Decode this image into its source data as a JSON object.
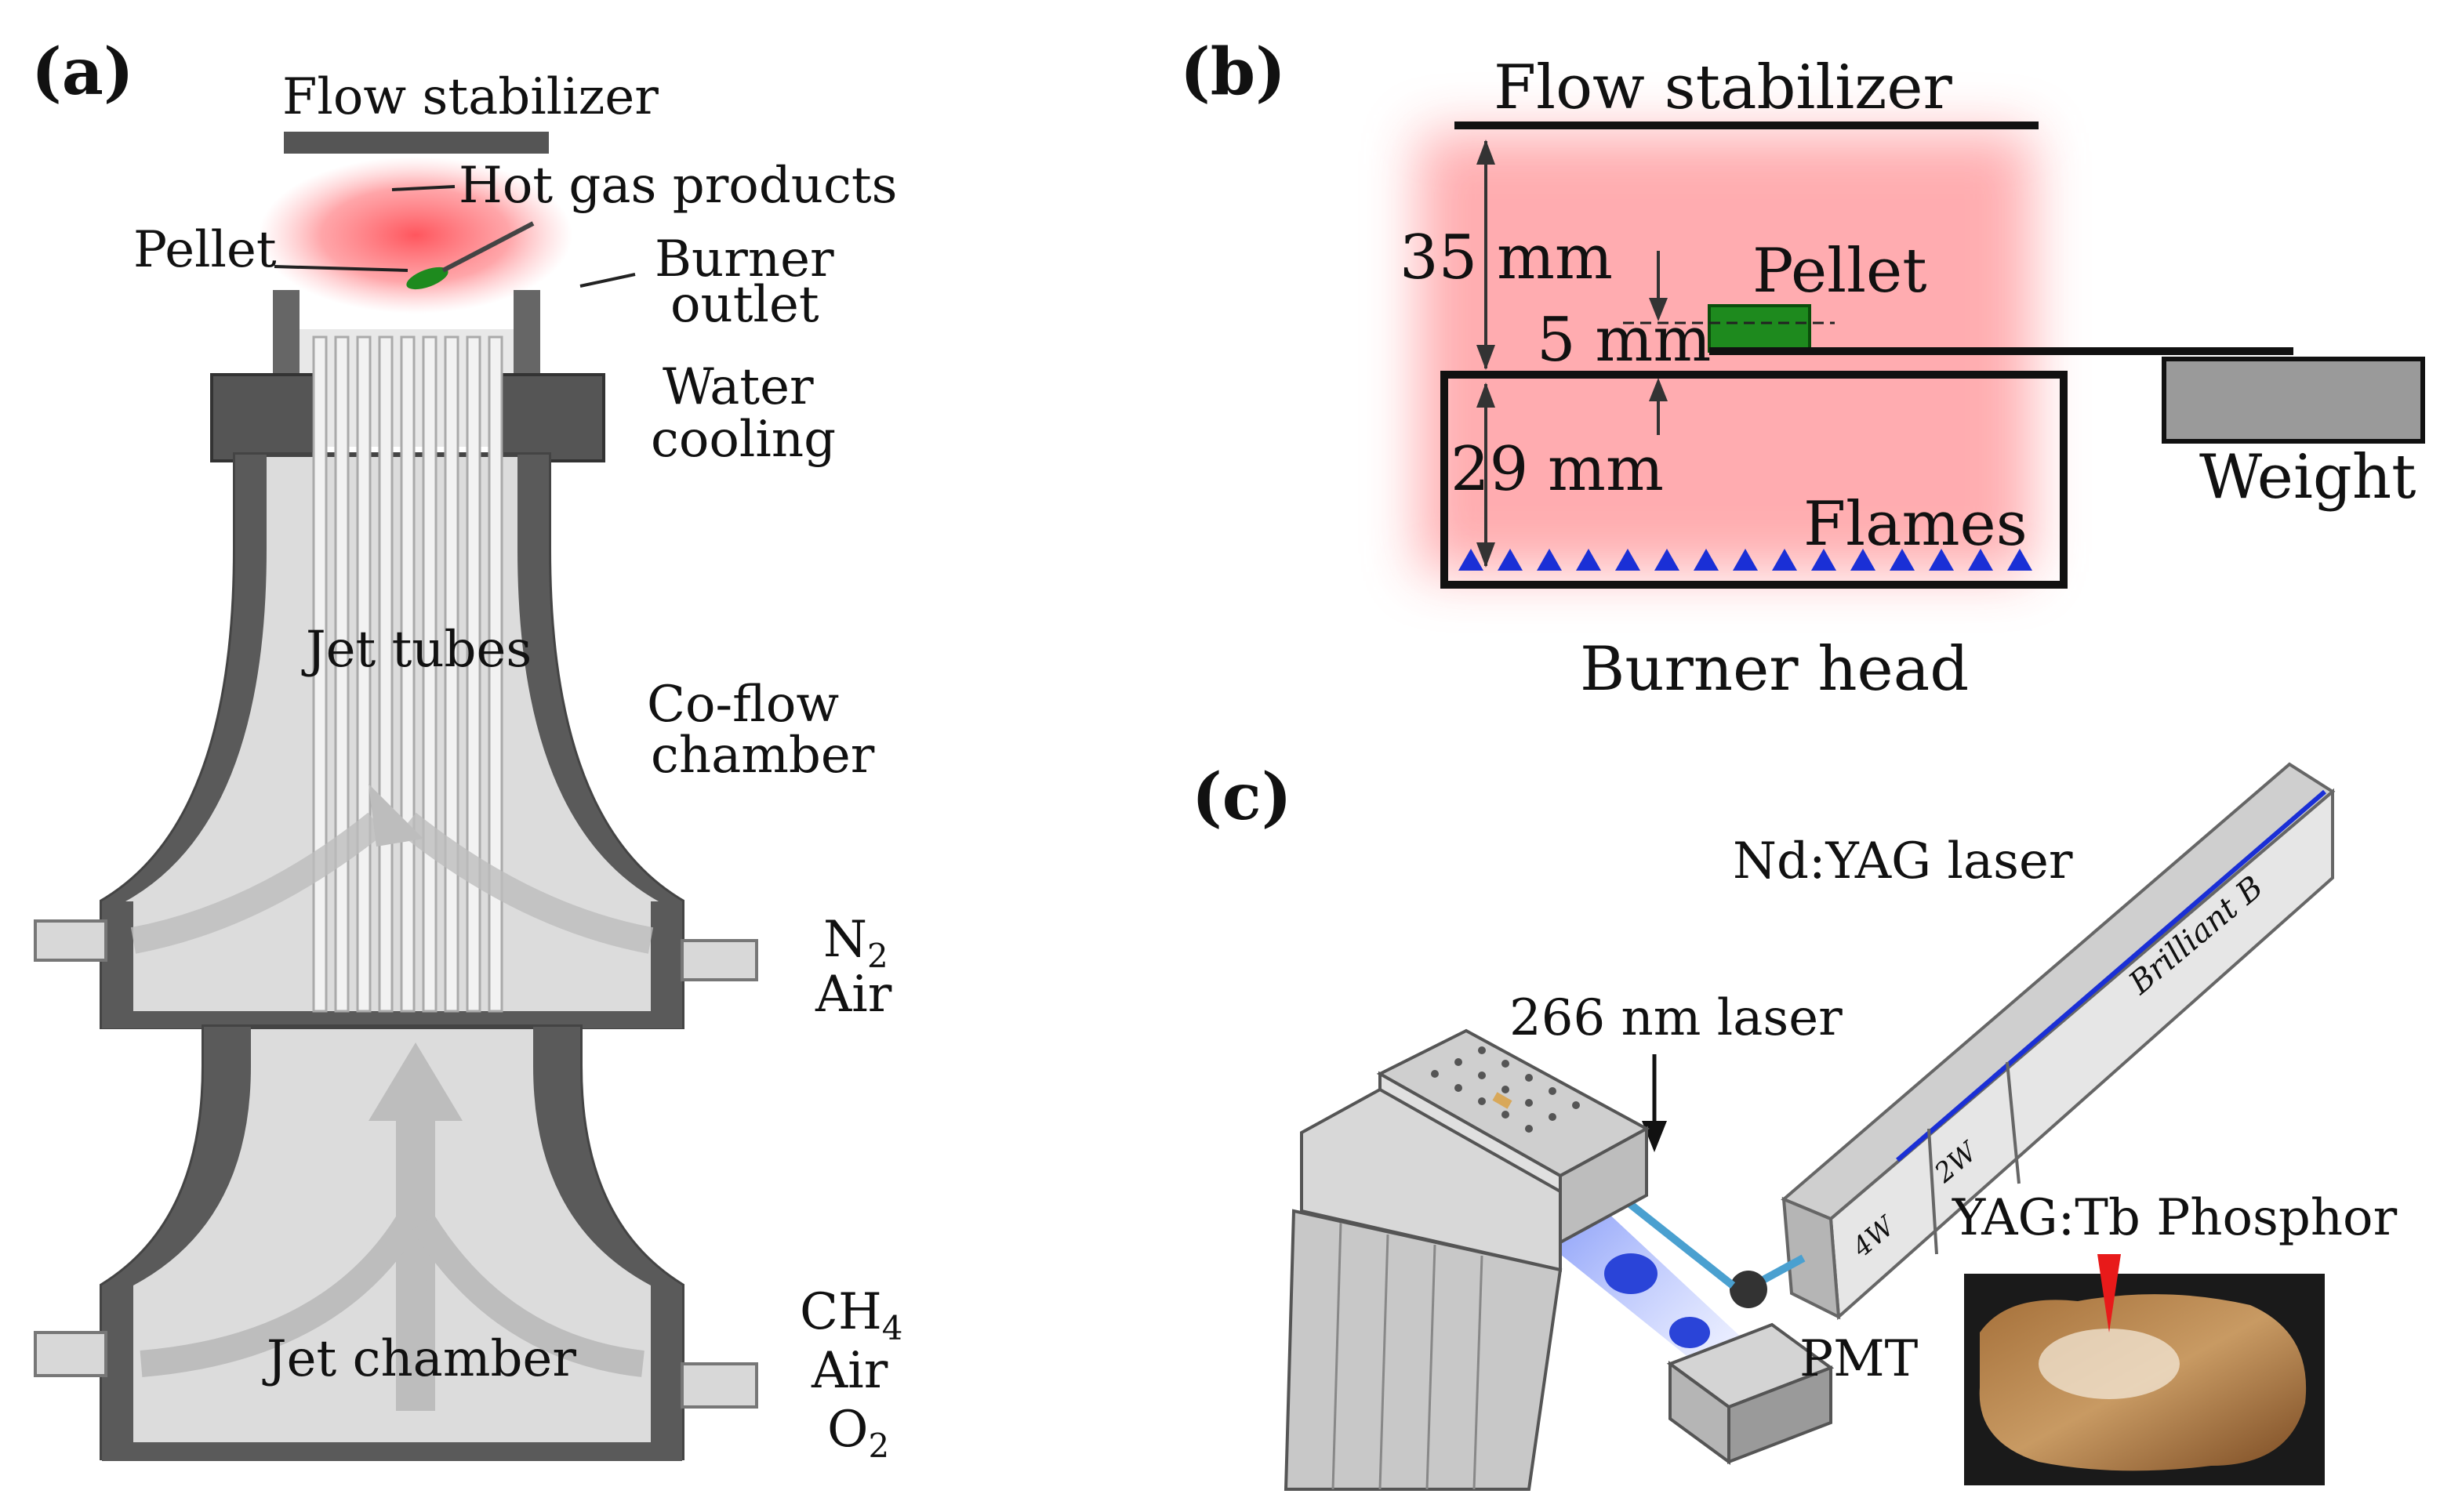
{
  "panel_a": {
    "label": "(a)",
    "flow_stabilizer": "Flow stabilizer",
    "hot_gas": "Hot gas products",
    "pellet": "Pellet",
    "burner_outlet": [
      "Burner",
      "outlet"
    ],
    "water_cooling": [
      "Water",
      "cooling"
    ],
    "jet_tubes": "Jet tubes",
    "coflow_chamber": [
      "Co-flow",
      "chamber"
    ],
    "coflow_inlets": {
      "n2": "N",
      "n2_sub": "2",
      "air": "Air"
    },
    "jet_chamber": "Jet chamber",
    "jet_inlets": {
      "ch4": "CH",
      "ch4_sub": "4",
      "air": "Air",
      "o2": "O",
      "o2_sub": "2"
    }
  },
  "panel_b": {
    "label": "(b)",
    "flow_stabilizer": "Flow stabilizer",
    "dim_35": "35 mm",
    "dim_5": "5 mm",
    "dim_29": "29 mm",
    "pellet": "Pellet",
    "flames": "Flames",
    "weight": "Weight",
    "burner_head": "Burner head"
  },
  "panel_c": {
    "label": "(c)",
    "ndyag": "Nd:YAG laser",
    "laser_266": "266 nm laser",
    "brand": "Brilliant B",
    "module_4w": "4W",
    "module_2w": "2W",
    "phosphor": "YAG:Tb Phosphor",
    "pmt": "PMT"
  },
  "colors": {
    "hot_gas": "#ff4d55",
    "pellet": "#1e8a1e",
    "flame": "#1a2fd6",
    "wall": "#5a5a5a",
    "interior": "#dcdcdc",
    "laser_beam": "#3a5cf0"
  }
}
